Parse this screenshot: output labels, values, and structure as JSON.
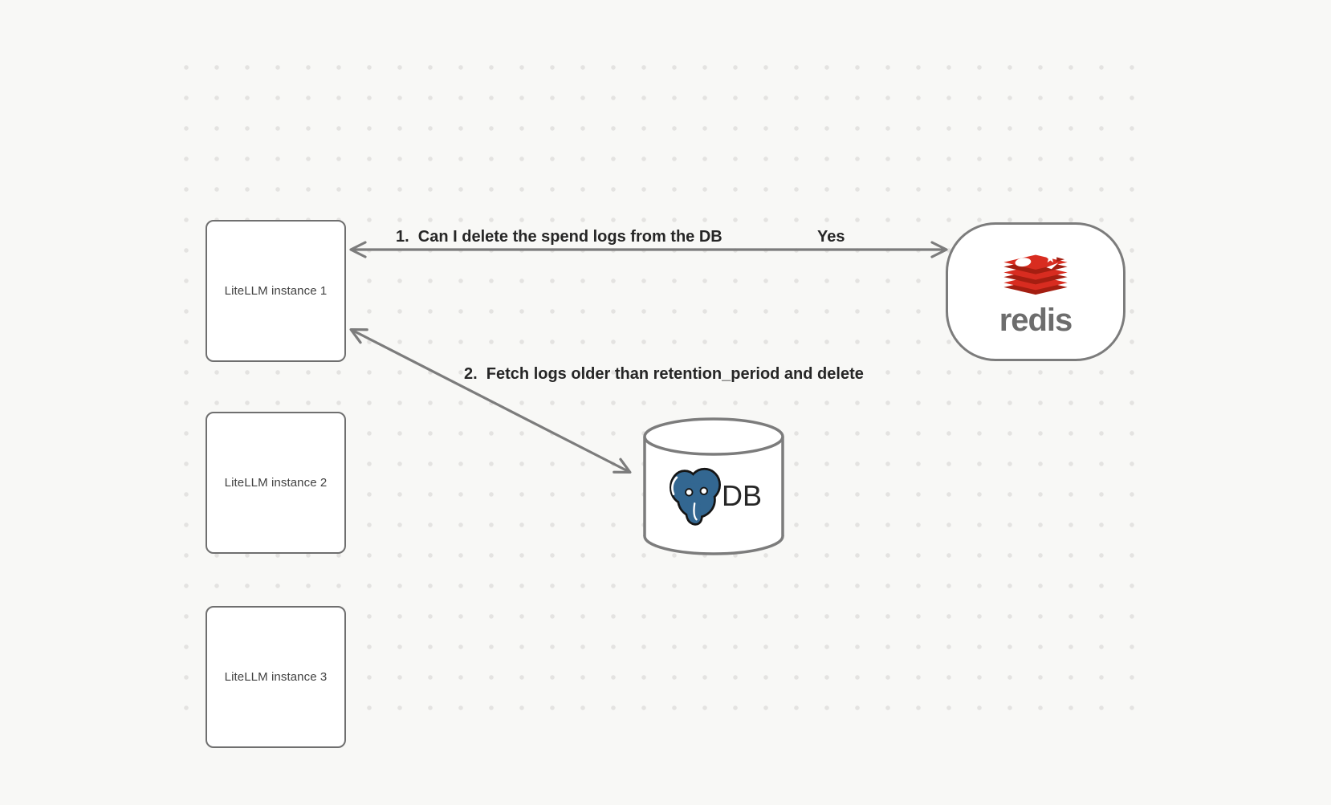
{
  "canvas": {
    "background": "#f8f8f6",
    "dot_color": "#e4e3e1",
    "stroke_color": "#7c7c7c"
  },
  "nodes": [
    {
      "id": "litellm-1",
      "type": "rectangle",
      "label": "LiteLLM instance 1"
    },
    {
      "id": "litellm-2",
      "type": "rectangle",
      "label": "LiteLLM instance 2"
    },
    {
      "id": "litellm-3",
      "type": "rectangle",
      "label": "LiteLLM instance 3"
    },
    {
      "id": "redis",
      "type": "rounded",
      "label": "redis",
      "icon": "redis-logo-icon",
      "icon_color": "#d82c20"
    },
    {
      "id": "db",
      "type": "cylinder",
      "label": "DB",
      "icon": "postgresql-icon",
      "icon_color": "#336791"
    }
  ],
  "edges": [
    {
      "id": "edge-1",
      "from": "litellm-1",
      "to": "redis",
      "direction": "both",
      "label": "1.  Can I delete the spend logs from the DB",
      "response": "Yes"
    },
    {
      "id": "edge-2",
      "from": "litellm-1",
      "to": "db",
      "direction": "both",
      "label": "2.  Fetch logs older than retention_period and delete",
      "response": ""
    }
  ]
}
